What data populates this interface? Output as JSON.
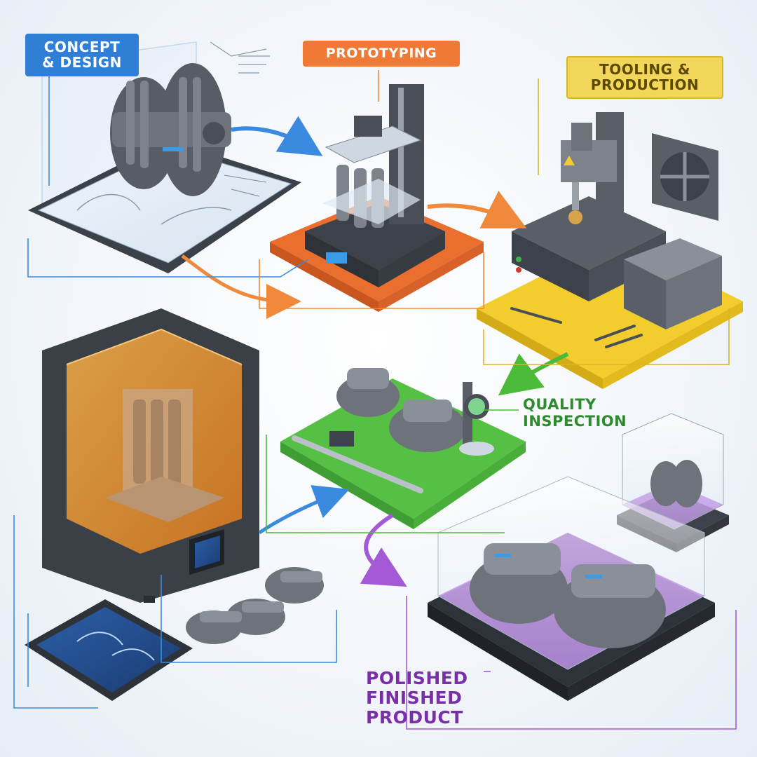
{
  "stages": {
    "concept": "CONCEPT\n& DESIGN",
    "prototyping": "PROTOTYPING",
    "tooling": "TOOLING &\nPRODUCTION",
    "quality": "QUALITY\nINSPECTION",
    "polished": "POLISHED\nFINISHED\nPRODUCT"
  },
  "colors": {
    "concept": "#2f7fd6",
    "prototyping": "#ee7a35",
    "tooling": "#f3d75a",
    "quality": "#5cc24a",
    "polished": "#a45ad6",
    "machine": "#4a4f57",
    "part": "#6e737b"
  }
}
